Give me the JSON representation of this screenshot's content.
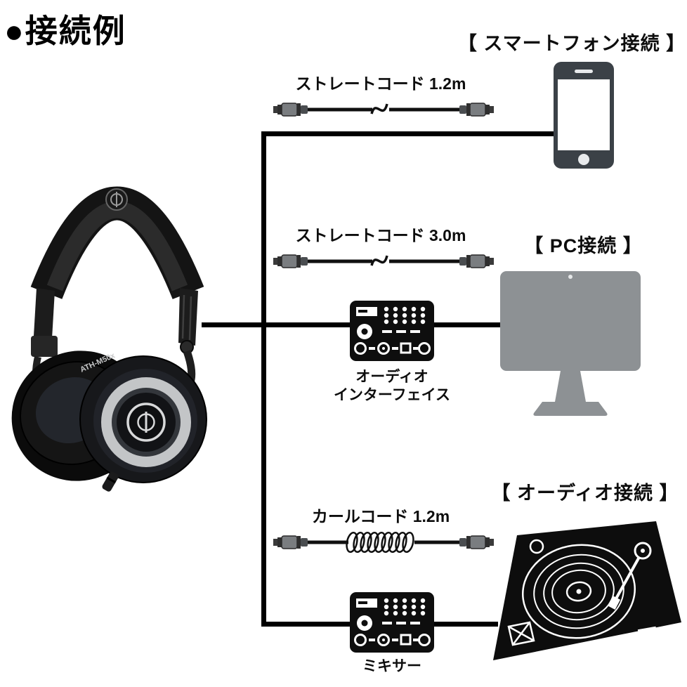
{
  "page": {
    "title": "●接続例"
  },
  "sections": {
    "smartphone": {
      "label": "【 スマートフォン接続 】"
    },
    "pc": {
      "label": "【 PC接続 】"
    },
    "audio": {
      "label": "【 オーディオ接続 】"
    }
  },
  "cables": {
    "straight12": {
      "label": "ストレートコード 1.2m",
      "type": "straight"
    },
    "straight30": {
      "label": "ストレートコード 3.0m",
      "type": "straight"
    },
    "coiled12": {
      "label": "カールコード 1.2m",
      "type": "coiled"
    }
  },
  "devices": {
    "headphones": {
      "model": "ATH-M50x"
    },
    "audio_interface": {
      "line1": "オーディオ",
      "line2": "インターフェイス"
    },
    "mixer": {
      "label": "ミキサー"
    }
  },
  "icons": {
    "smartphone": "smartphone-icon",
    "pc": "monitor-icon",
    "audio_interface": "audio-interface-icon",
    "mixer": "mixer-icon",
    "turntable": "turntable-icon",
    "headphones": "headphones-photo"
  },
  "colors": {
    "line": "#000000",
    "text": "#0d0d0d",
    "phone_body": "#3b4147",
    "monitor_gray": "#8d9194",
    "device_black": "#0e0e0e",
    "silver_ring": "#c3c5c7"
  }
}
